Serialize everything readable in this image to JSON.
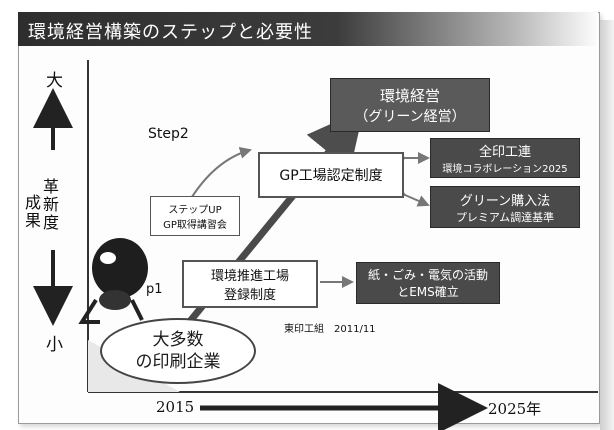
{
  "slide": {
    "title": "環境経営構築のステップと必要性"
  },
  "axis": {
    "top_label": "大",
    "bottom_label": "小",
    "left_label_chars": [
      "成",
      "果"
    ],
    "right_label_chars": [
      "革",
      "新",
      "度"
    ],
    "x_start": "2015",
    "x_end": "2025年"
  },
  "boxes": {
    "green_management": {
      "line1": "環境経営",
      "line2": "（グリーン経営）"
    },
    "gp_factory": "GP工場認定制度",
    "env_factory": {
      "line1": "環境推進工場",
      "line2": "登録制度"
    },
    "step_up": {
      "line1": "ステップUP",
      "line2": "GP取得講習会"
    },
    "zeninkoren": {
      "line1": "全印工連",
      "line2": "環境コラボレーション2025"
    },
    "green_purchase": {
      "line1": "グリーン購入法",
      "line2": "プレミアム調達基準"
    },
    "paper_activity": {
      "line1": "紙・ごみ・電気の活動",
      "line2": "とEMS確立"
    },
    "majority": {
      "line1": "大多数",
      "line2": "の印刷企業"
    }
  },
  "labels": {
    "step2": "Step2",
    "step1": "p1",
    "source": "東印工組　2011/11"
  },
  "colors": {
    "dark_box": "#4a4a4a",
    "green_box": "#5a5a5a",
    "arrow": "#4d4d4d"
  }
}
